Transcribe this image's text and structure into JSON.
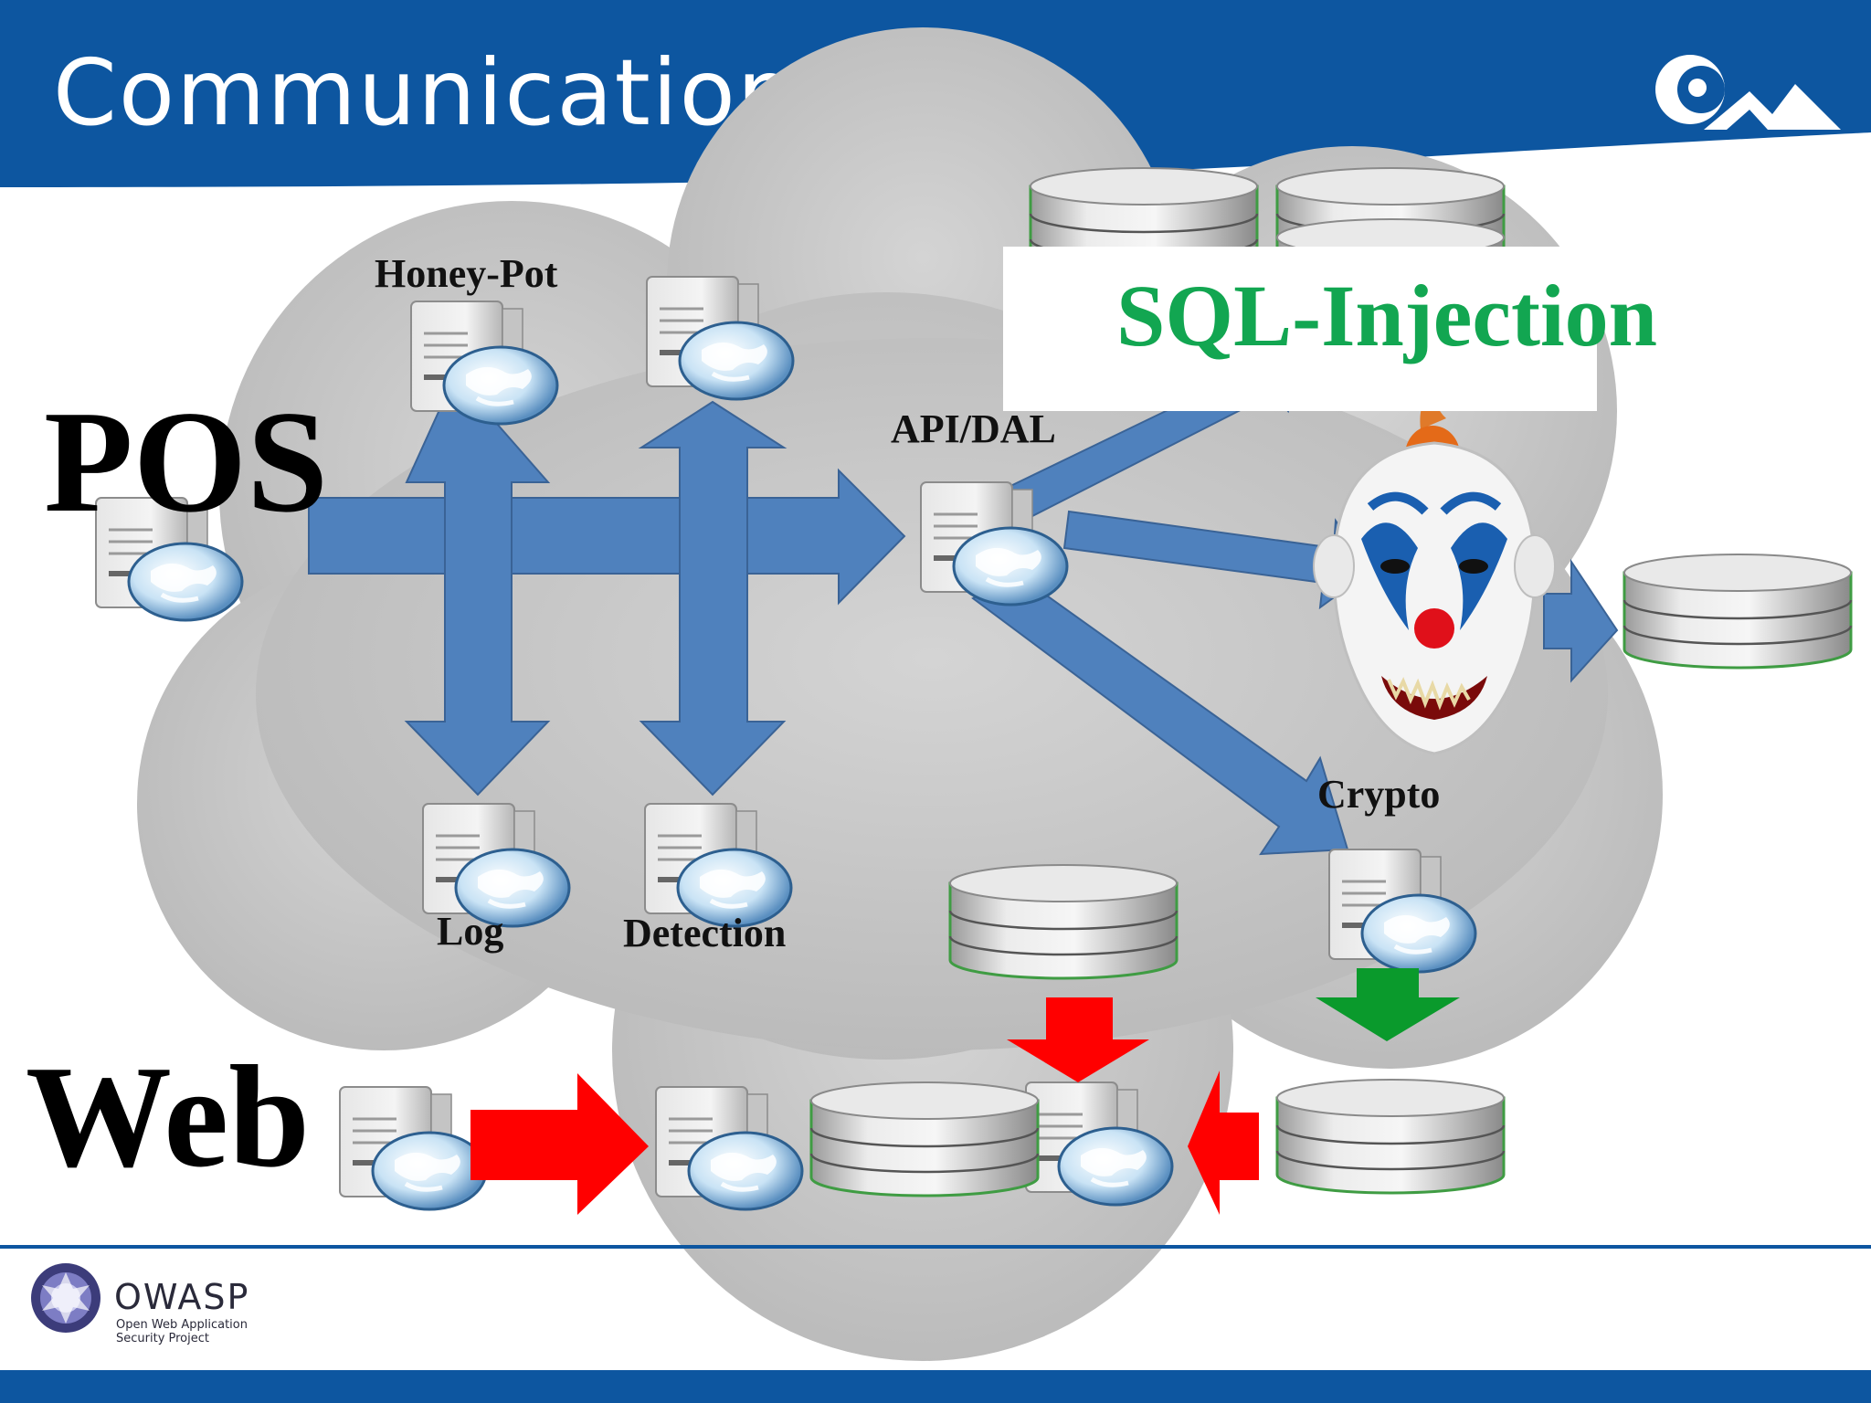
{
  "slide": {
    "title": "Communications"
  },
  "labels": {
    "pos": "POS",
    "web": "Web",
    "honeypot": "Honey-Pot",
    "api_dal": "API/DAL",
    "log": "Log",
    "detection": "Detection",
    "crypto": "Crypto",
    "sql_injection": "SQL-Injection"
  },
  "footer": {
    "owasp_name": "OWASP",
    "owasp_tagline_1": "Open Web Application",
    "owasp_tagline_2": "Security Project"
  },
  "icons": [
    "server-icon",
    "globe-icon",
    "database-icon",
    "clown-mask-icon",
    "owasp-logo-icon",
    "mountain-logo-icon"
  ],
  "colors": {
    "header_blue": "#0d56a0",
    "arrow_blue": "#4f81bd",
    "arrow_red": "#ff0000",
    "arrow_green": "#0a9a2c",
    "sql_green": "#12a651",
    "cloud_gray": "#c8c8c8"
  }
}
